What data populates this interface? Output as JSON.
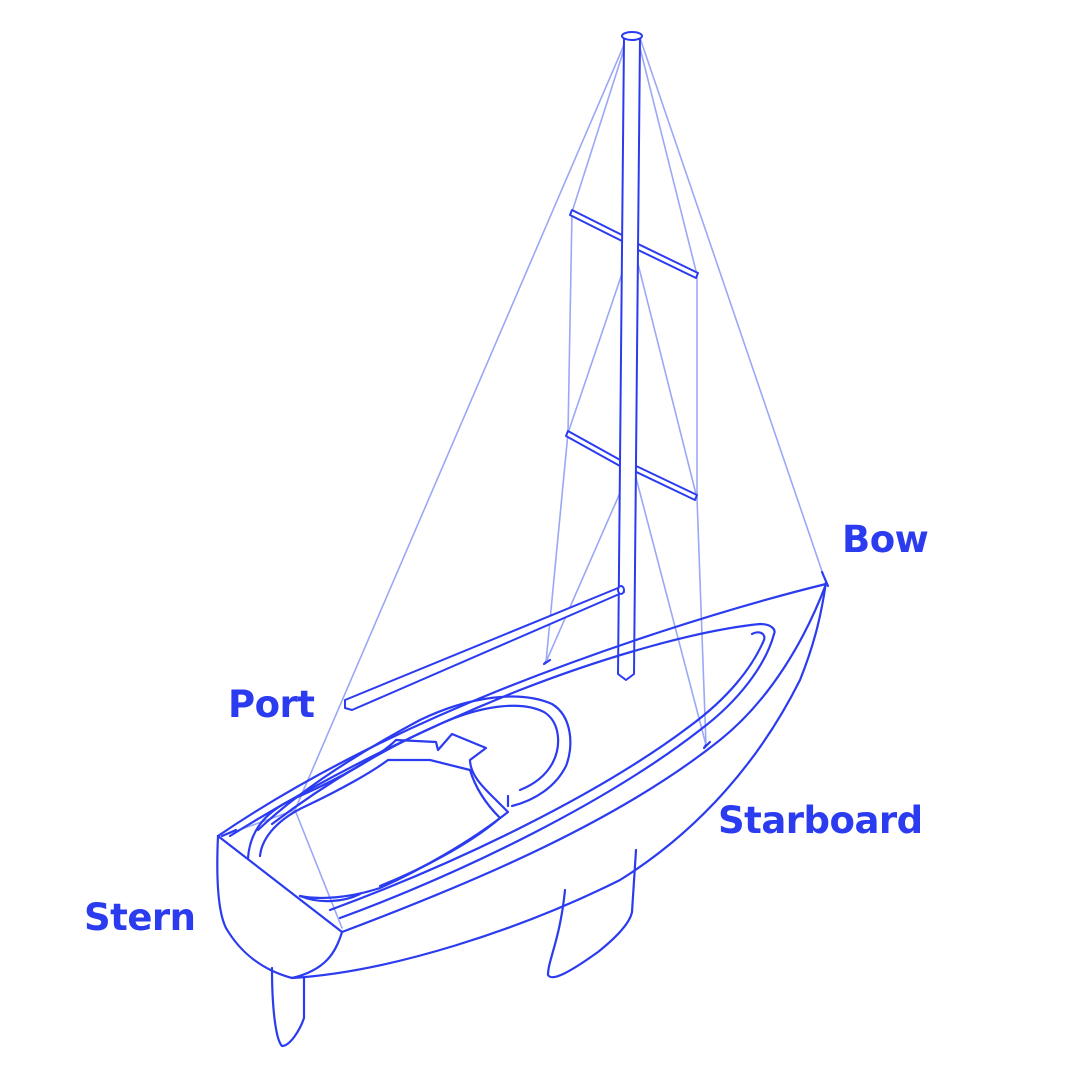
{
  "labels": {
    "bow": "Bow",
    "port": "Port",
    "starboard": "Starboard",
    "stern": "Stern"
  },
  "colors": {
    "line": "#2b3bf0",
    "rigging": "#9aa8f5",
    "label": "#2b3bf0",
    "background": "#ffffff"
  }
}
